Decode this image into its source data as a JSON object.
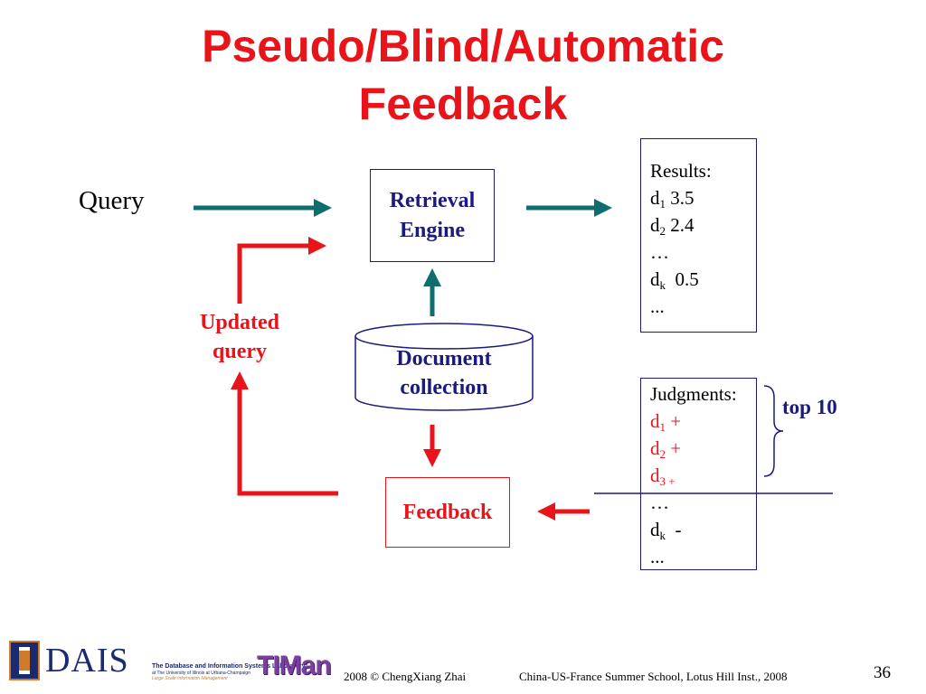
{
  "slide": {
    "title_line1": "Pseudo/Blind/Automatic",
    "title_line2": "Feedback",
    "page_number": "36"
  },
  "diagram": {
    "query": "Query",
    "retrieval_engine_line1": "Retrieval",
    "retrieval_engine_line2": "Engine",
    "document_collection_line1": "Document",
    "document_collection_line2": "collection",
    "feedback": "Feedback",
    "updated_query_line1": "Updated",
    "updated_query_line2": "query",
    "results": {
      "header": "Results:",
      "rows": [
        {
          "doc": "d",
          "sub": "1",
          "val": " 3.5"
        },
        {
          "doc": "d",
          "sub": "2",
          "val": " 2.4"
        },
        {
          "doc": "…",
          "sub": "",
          "val": ""
        },
        {
          "doc": "d",
          "sub": "k",
          "val": "  0.5"
        },
        {
          "doc": "...",
          "sub": "",
          "val": ""
        }
      ]
    },
    "judgments": {
      "header": "Judgments:",
      "rows": [
        {
          "doc": "d",
          "sub": "1",
          "val": " +"
        },
        {
          "doc": "d",
          "sub": "2",
          "val": " +"
        },
        {
          "doc": "d",
          "sub": "3",
          "val": " +"
        },
        {
          "doc": "…",
          "sub": "",
          "val": ""
        },
        {
          "doc": "d",
          "sub": "k",
          "val": "  -"
        },
        {
          "doc": "...",
          "sub": "",
          "val": ""
        }
      ]
    },
    "top_label": "top 10",
    "colors": {
      "teal": "#0e6e6e",
      "red": "#e8141a",
      "navy": "#1a1a80"
    }
  },
  "footer": {
    "logo_text": "DAIS",
    "logo_sub1": "The Database and Information Systems Laboratory",
    "logo_sub2": "at The University of Illinois at Urbana-Champaign",
    "logo_sub3": "Large Scale Information Management",
    "timan_text": "TIMan",
    "copyright": "2008  © ChengXiang Zhai",
    "event": "China-US-France Summer School, Lotus Hill Inst., 2008"
  }
}
